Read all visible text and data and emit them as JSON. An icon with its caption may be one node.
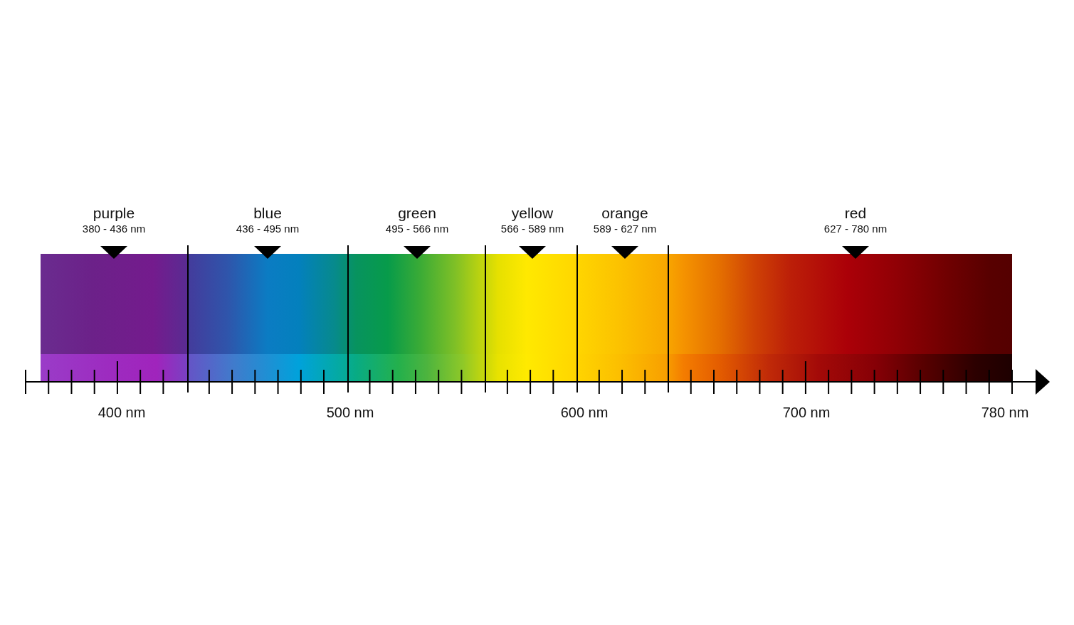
{
  "diagram": {
    "nodes": [
      {
        "text": [
          "purple",
          "380 - 436 nm"
        ]
      },
      {
        "text": [
          "blue",
          "436 - 495 nm"
        ]
      },
      {
        "text": [
          "green",
          "495 - 566 nm"
        ]
      },
      {
        "text": [
          "yellow",
          "566 - 589 nm"
        ]
      },
      {
        "text": [
          "orange",
          "589 - 627 nm"
        ]
      },
      {
        "text": [
          "red",
          "627 - 780 nm"
        ]
      }
    ],
    "labels": [
      "400 nm",
      "500 nm",
      "600 nm",
      "700 nm",
      "780 nm"
    ]
  }
}
